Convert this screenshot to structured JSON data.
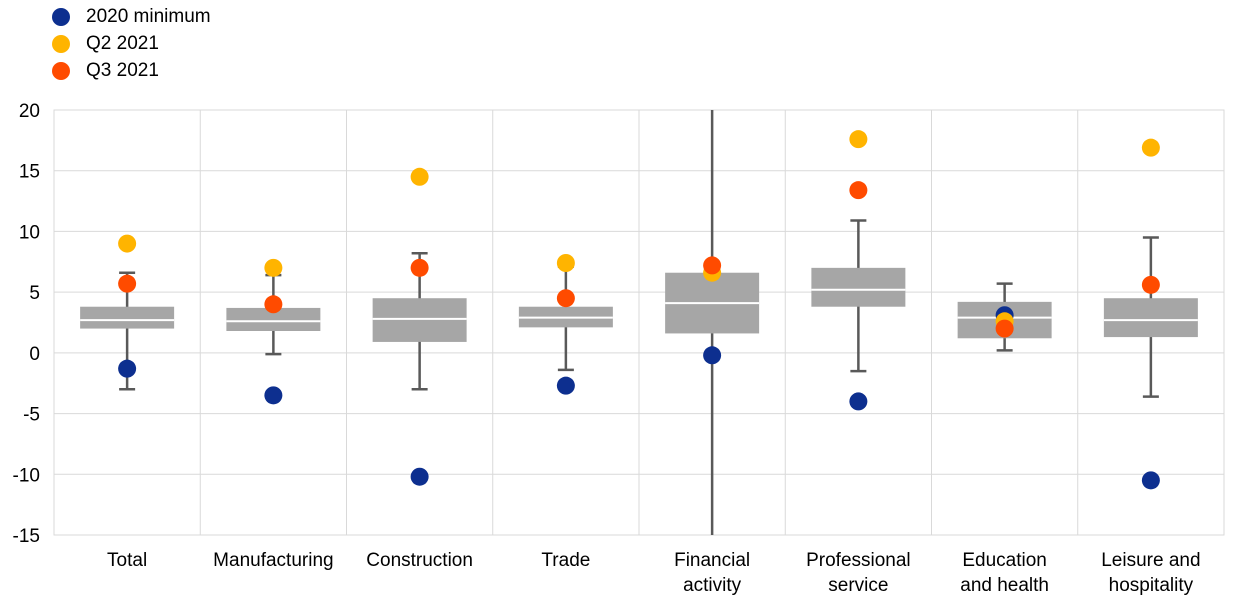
{
  "chart_data": {
    "type": "boxplot",
    "categories": [
      [
        "Total"
      ],
      [
        "Manufacturing"
      ],
      [
        "Construction"
      ],
      [
        "Trade"
      ],
      [
        "Financial",
        "activity"
      ],
      [
        "Professional",
        "service"
      ],
      [
        "Education",
        "and health"
      ],
      [
        "Leisure and",
        "hospitality"
      ]
    ],
    "boxes": [
      {
        "whisker_low": -3.0,
        "q1": 2.0,
        "median": 2.7,
        "q3": 3.8,
        "whisker_high": 6.6
      },
      {
        "whisker_low": -0.1,
        "q1": 1.8,
        "median": 2.6,
        "q3": 3.7,
        "whisker_high": 6.4
      },
      {
        "whisker_low": -3.0,
        "q1": 0.9,
        "median": 2.8,
        "q3": 4.5,
        "whisker_high": 8.2
      },
      {
        "whisker_low": -1.4,
        "q1": 2.1,
        "median": 2.9,
        "q3": 3.8,
        "whisker_high": 7.1
      },
      {
        "whisker_low": -15.0,
        "q1": 1.6,
        "median": 4.1,
        "q3": 6.6,
        "whisker_high": 20.0
      },
      {
        "whisker_low": -1.5,
        "q1": 3.8,
        "median": 5.2,
        "q3": 7.0,
        "whisker_high": 10.9
      },
      {
        "whisker_low": 0.2,
        "q1": 1.2,
        "median": 2.9,
        "q3": 4.2,
        "whisker_high": 5.7
      },
      {
        "whisker_low": -3.6,
        "q1": 1.3,
        "median": 2.7,
        "q3": 4.5,
        "whisker_high": 9.5
      }
    ],
    "series": [
      {
        "name": "2020 minimum",
        "color": "#0d2f8f",
        "values": [
          -1.3,
          -3.5,
          -10.2,
          -2.7,
          -0.2,
          -4.0,
          3.1,
          -10.5
        ]
      },
      {
        "name": "Q2 2021",
        "color": "#ffb400",
        "values": [
          9.0,
          7.0,
          14.5,
          7.4,
          6.6,
          17.6,
          2.6,
          16.9
        ]
      },
      {
        "name": "Q3 2021",
        "color": "#ff4b00",
        "values": [
          5.7,
          4.0,
          7.0,
          4.5,
          7.2,
          13.4,
          2.0,
          5.6
        ]
      }
    ],
    "y_ticks": [
      "20",
      "15",
      "10",
      "5",
      "0",
      "-5",
      "-10",
      "-15"
    ],
    "ylim": [
      -15,
      20
    ],
    "ygrid": true,
    "legend_position": "top-left",
    "box_color": "#a6a6a6",
    "median_color": "#ffffff",
    "whisker_color": "#595959"
  }
}
